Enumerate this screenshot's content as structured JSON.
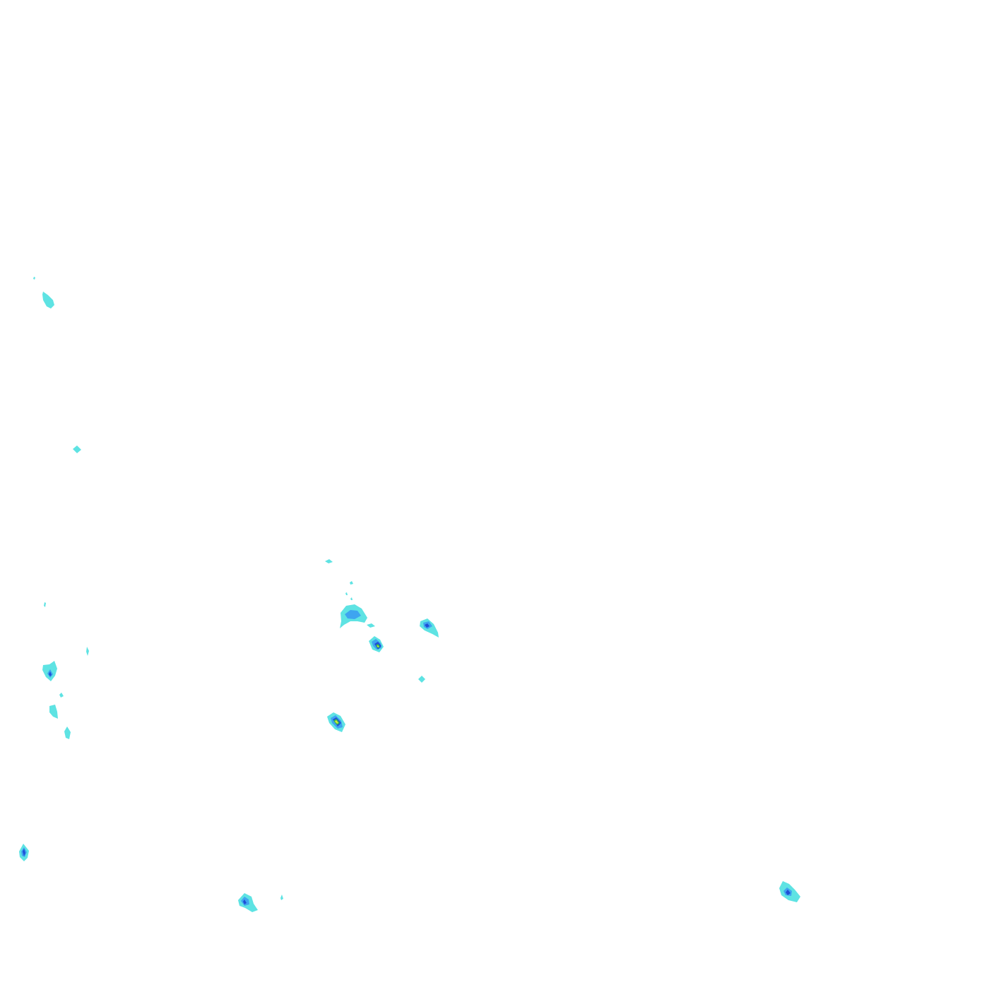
{
  "map": {
    "background_color": "#ffffff",
    "contour_levels": [
      {
        "level": 1,
        "color": "#5ee3e3"
      },
      {
        "level": 2,
        "color": "#3ea4f0"
      },
      {
        "level": 3,
        "color": "#1f4fd6"
      },
      {
        "level": 4,
        "color": "#2fbf4f"
      },
      {
        "level": 5,
        "color": "#d6e23a"
      }
    ],
    "precip_cells": [
      {
        "id": "cell-a",
        "max_level": 1
      },
      {
        "id": "cell-b",
        "max_level": 1
      },
      {
        "id": "cell-c",
        "max_level": 1
      },
      {
        "id": "cell-d",
        "max_level": 1
      },
      {
        "id": "cell-e",
        "max_level": 1
      },
      {
        "id": "cell-f",
        "max_level": 2
      },
      {
        "id": "cell-g",
        "max_level": 3
      },
      {
        "id": "cell-h",
        "max_level": 5
      },
      {
        "id": "cell-i",
        "max_level": 1
      },
      {
        "id": "cell-j",
        "max_level": 1
      },
      {
        "id": "cell-k",
        "max_level": 3
      },
      {
        "id": "cell-l",
        "max_level": 1
      },
      {
        "id": "cell-m",
        "max_level": 1
      },
      {
        "id": "cell-n",
        "max_level": 5
      },
      {
        "id": "cell-o",
        "max_level": 3
      },
      {
        "id": "cell-p",
        "max_level": 3
      },
      {
        "id": "cell-q",
        "max_level": 1
      },
      {
        "id": "cell-r",
        "max_level": 3
      }
    ]
  }
}
